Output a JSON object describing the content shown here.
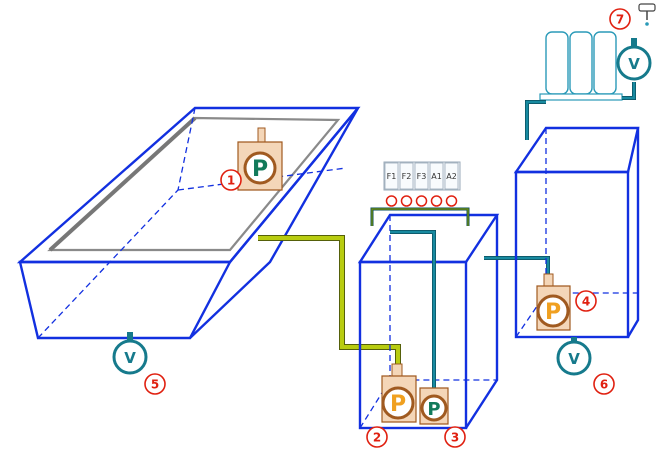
{
  "diagram": {
    "labels": [
      "1",
      "2",
      "3",
      "4",
      "5",
      "6",
      "7"
    ],
    "valve_letter": "V",
    "pump_letter": "P",
    "chem_tanks": [
      "F1",
      "F2",
      "F3",
      "A1",
      "A2"
    ],
    "colors": {
      "tank_outline": "#1230e0",
      "number_marker": "#e02010",
      "pipe_green": "#b8cc10",
      "pipe_teal": "#188aa0",
      "valve": "#167a8c",
      "pump_green": "#127a5a",
      "pump_orange": "#f0a020"
    }
  }
}
